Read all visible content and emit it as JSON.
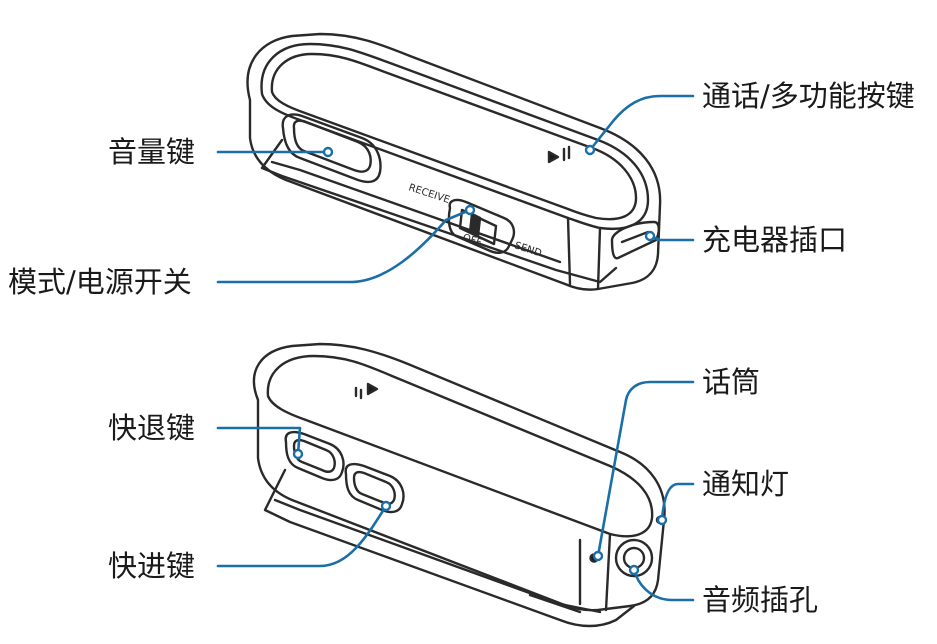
{
  "labels": {
    "volume": "音量键",
    "call_multi": "通话/多功能按键",
    "charger": "充电器插口",
    "mode_power": "模式/电源开关",
    "rewind": "快退键",
    "forward": "快进键",
    "mic": "话筒",
    "notify_light": "通知灯",
    "audio_jack": "音频插孔"
  },
  "switch_text": {
    "receive": "RECEIVE",
    "off": "OFF",
    "send": "SEND"
  },
  "colors": {
    "leader": "#1a6fa8",
    "outline": "#2a2a2a",
    "text": "#1a1a1a"
  }
}
